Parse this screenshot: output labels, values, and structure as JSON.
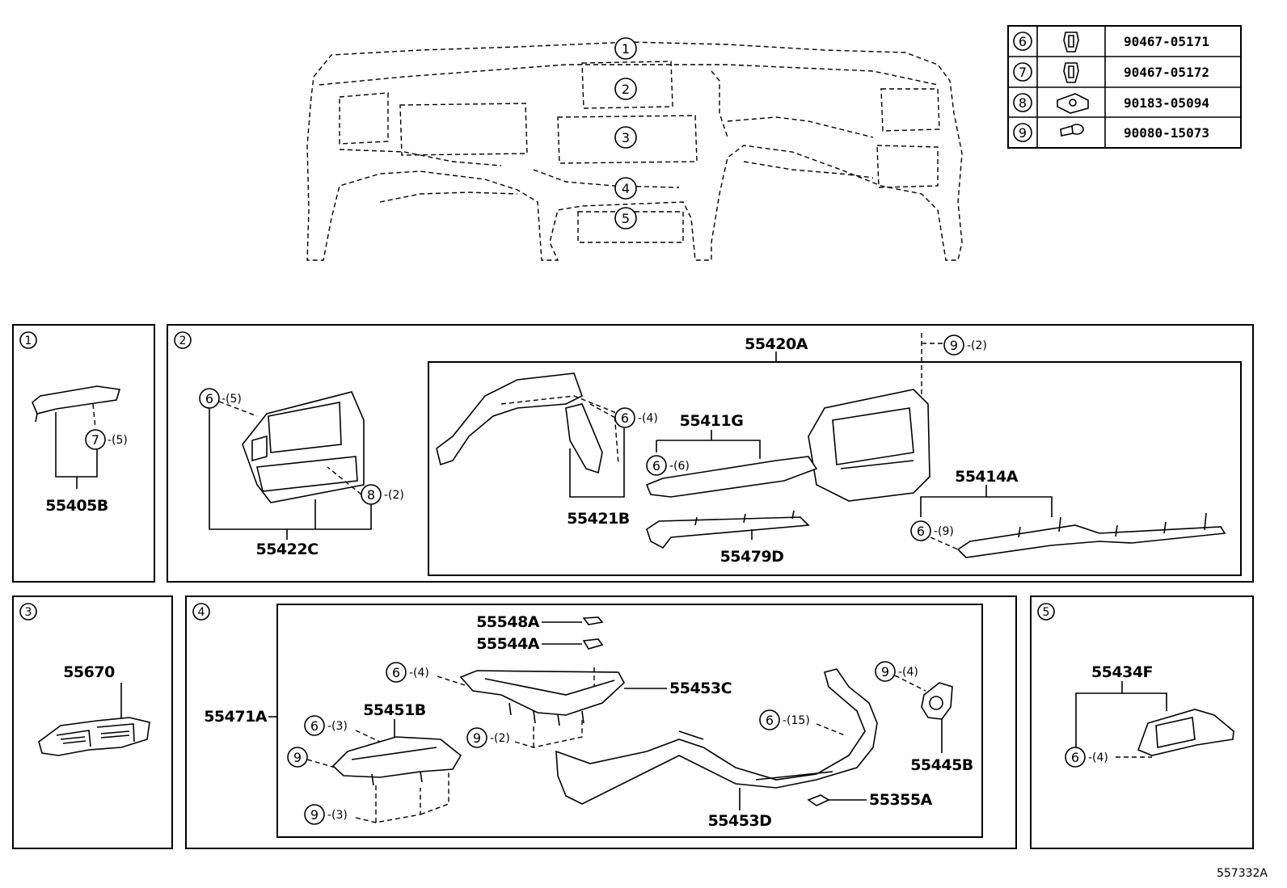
{
  "diagram_id": "557332A",
  "overview": {
    "callouts": [
      "1",
      "2",
      "3",
      "4",
      "5"
    ]
  },
  "fastener_table": [
    {
      "ref": "6",
      "part_no": "90467-05171",
      "icon": "clip-icon"
    },
    {
      "ref": "7",
      "part_no": "90467-05172",
      "icon": "clip-icon"
    },
    {
      "ref": "8",
      "part_no": "90183-05094",
      "icon": "nut-icon"
    },
    {
      "ref": "9",
      "part_no": "90080-15073",
      "icon": "screw-icon"
    }
  ],
  "panels": {
    "p1": {
      "id": "1",
      "parts": [
        "55405B"
      ],
      "fasteners": [
        {
          "ref": "7",
          "qty": "-(5)"
        }
      ]
    },
    "p2": {
      "id": "2",
      "parts": [
        "55422C",
        "55420A",
        "55421B",
        "55411G",
        "55479D",
        "55414A"
      ],
      "fasteners": [
        {
          "ref": "6",
          "qty": "-(5)"
        },
        {
          "ref": "8",
          "qty": "-(2)"
        },
        {
          "ref": "9",
          "qty": "-(2)"
        },
        {
          "ref": "6",
          "qty": "-(4)"
        },
        {
          "ref": "6",
          "qty": "-(6)"
        },
        {
          "ref": "6",
          "qty": "-(9)"
        }
      ]
    },
    "p3": {
      "id": "3",
      "parts": [
        "55670"
      ]
    },
    "p4": {
      "id": "4",
      "parts": [
        "55548A",
        "55544A",
        "55453C",
        "55471A",
        "55451B",
        "55453D",
        "55355A",
        "55445B"
      ],
      "fasteners": [
        {
          "ref": "6",
          "qty": "-(4)"
        },
        {
          "ref": "6",
          "qty": "-(3)"
        },
        {
          "ref": "9",
          "qty": ""
        },
        {
          "ref": "9",
          "qty": "-(2)"
        },
        {
          "ref": "9",
          "qty": "-(3)"
        },
        {
          "ref": "6",
          "qty": "-(15)"
        },
        {
          "ref": "9",
          "qty": "-(4)"
        }
      ]
    },
    "p5": {
      "id": "5",
      "parts": [
        "55434F"
      ],
      "fasteners": [
        {
          "ref": "6",
          "qty": "-(4)"
        }
      ]
    }
  }
}
